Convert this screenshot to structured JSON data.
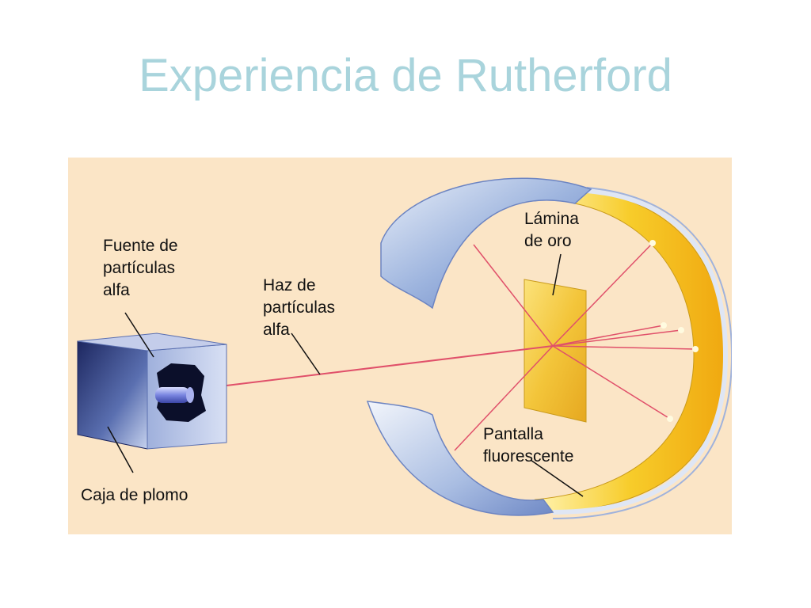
{
  "slide": {
    "title": "Experiencia de Rutherford"
  },
  "diagram": {
    "labels": {
      "source": [
        "Fuente de",
        "partículas",
        "alfa"
      ],
      "beam": [
        "Haz de",
        "partículas",
        "alfa"
      ],
      "foil": [
        "Lámina",
        "de oro"
      ],
      "screen": [
        "Pantalla",
        "fluorescente"
      ],
      "box": [
        "Caja de plomo"
      ]
    },
    "colors": {
      "background": "#fbe5c6",
      "title": "#a9d4dc",
      "beam": "#e0506a",
      "gold_foil": "#f2c230",
      "screen_inner": "#f7c21a",
      "ring_outer": "#8fa8d8",
      "lead_box": "#2c3a7a"
    }
  }
}
